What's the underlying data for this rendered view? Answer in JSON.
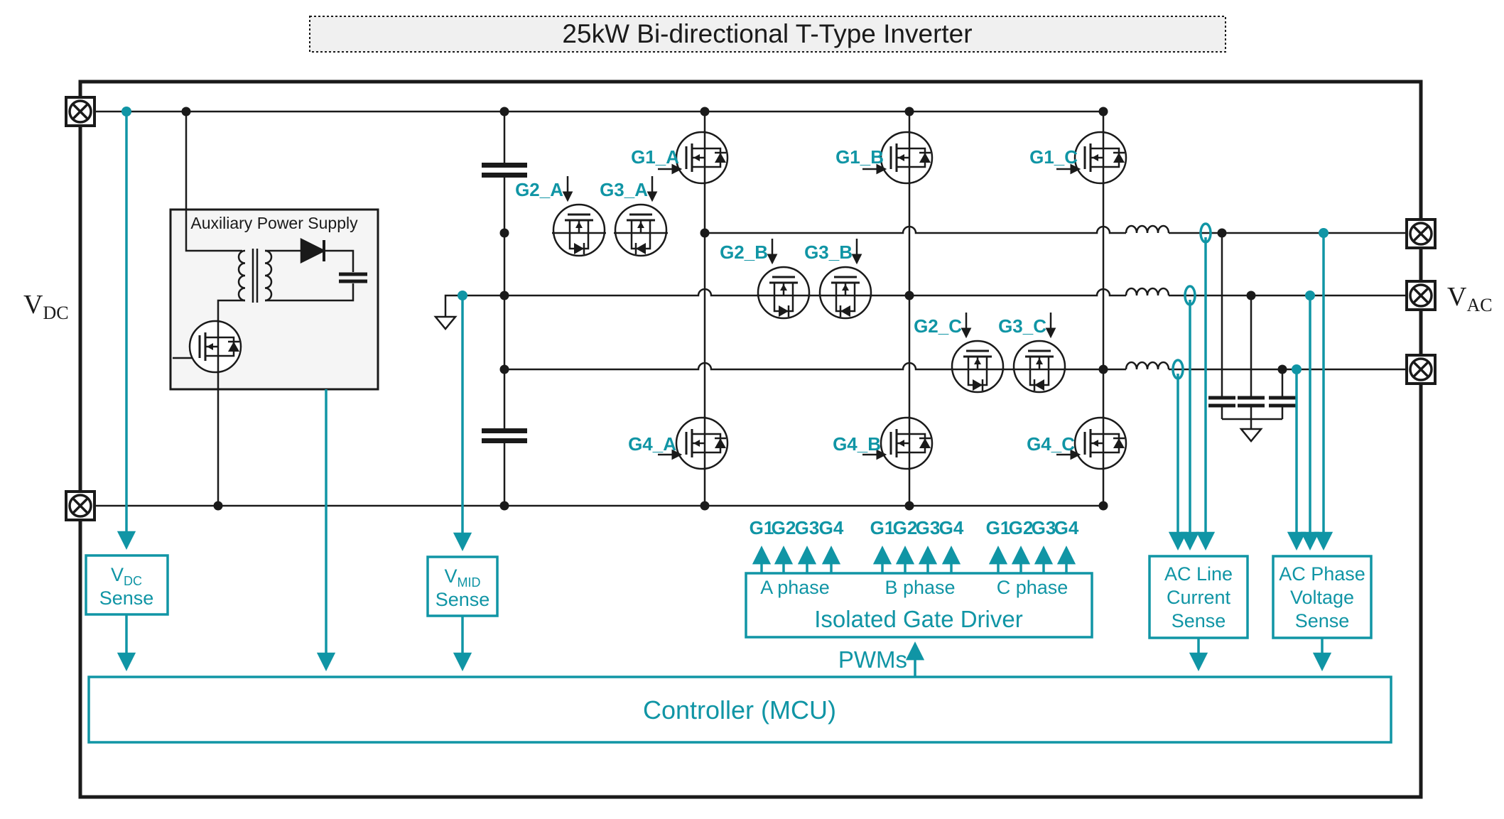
{
  "title": "25kW Bi-directional T-Type Inverter",
  "colors": {
    "teal": "#1095a5",
    "black": "#1a1a1a",
    "panel": "#f2f2f2"
  },
  "terminals": {
    "vdc": {
      "main": "V",
      "sub": "DC"
    },
    "vac": {
      "main": "V",
      "sub": "AC"
    }
  },
  "aux": {
    "title": "Auxiliary Power Supply"
  },
  "sense": {
    "vdc": {
      "sym_main": "V",
      "sym_sub": "DC",
      "line2": "Sense"
    },
    "vmid": {
      "sym_main": "V",
      "sym_sub": "MID",
      "line2": "Sense"
    },
    "ac_current": {
      "lines": [
        "AC Line",
        "Current",
        "Sense"
      ]
    },
    "ac_voltage": {
      "lines": [
        "AC Phase",
        "Voltage",
        "Sense"
      ]
    }
  },
  "gate_driver": {
    "title": "Isolated Gate Driver",
    "phases": [
      "A phase",
      "B phase",
      "C phase"
    ],
    "pins": [
      "G1",
      "G2",
      "G3",
      "G4"
    ],
    "pwm_label": "PWMs"
  },
  "controller": {
    "title": "Controller (MCU)"
  },
  "gates": {
    "g1a": "G1_A",
    "g2a": "G2_A",
    "g3a": "G3_A",
    "g4a": "G4_A",
    "g1b": "G1_B",
    "g2b": "G2_B",
    "g3b": "G3_B",
    "g4b": "G4_B",
    "g1c": "G1_C",
    "g2c": "G2_C",
    "g3c": "G3_C",
    "g4c": "G4_C"
  }
}
